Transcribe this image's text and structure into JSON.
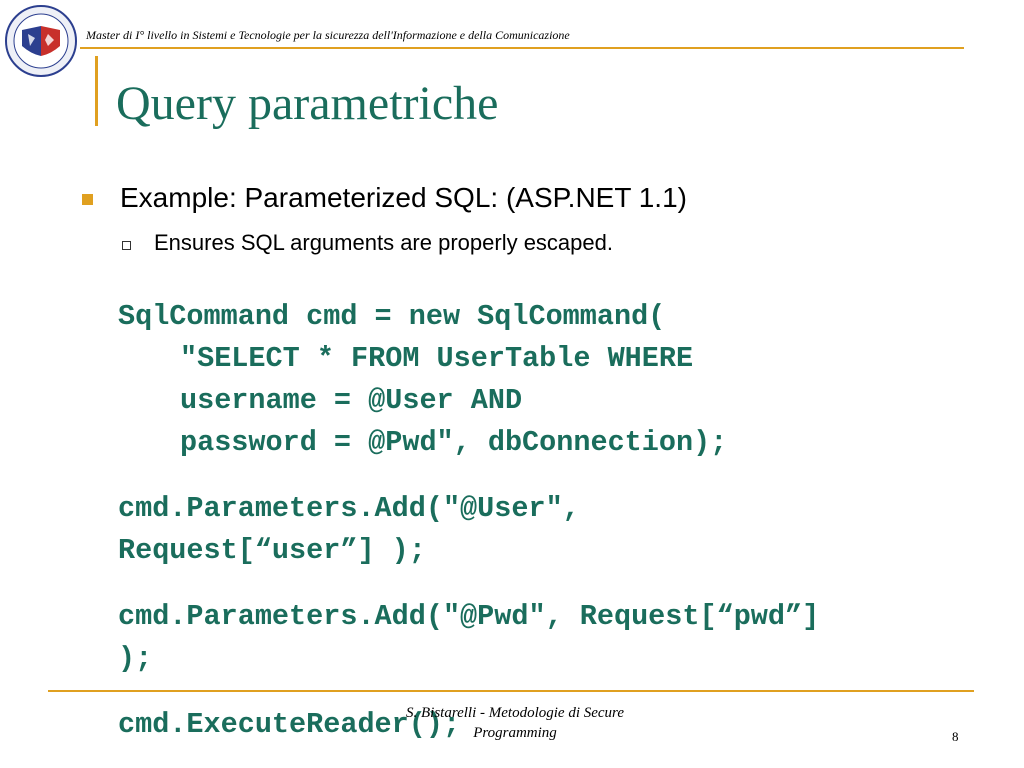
{
  "header": {
    "course": "Master di I° livello in Sistemi e Tecnologie per la sicurezza dell'Informazione e della Comunicazione"
  },
  "logo": {
    "icon": "university-seal-icon",
    "colors": [
      "#2c3f8f",
      "#c8302b"
    ]
  },
  "title": "Query parametriche",
  "bullets": [
    {
      "text": "Example:   Parameterized SQL:    (ASP.NET 1.1)",
      "sub": [
        "Ensures SQL arguments are properly escaped."
      ]
    }
  ],
  "code": {
    "block1": [
      "SqlCommand cmd = new SqlCommand(",
      "\"SELECT * FROM UserTable WHERE",
      "username = @User AND",
      "password = @Pwd\", dbConnection);"
    ],
    "block2": [
      "cmd.Parameters.Add(\"@User\",",
      "Request[“user”] );"
    ],
    "block3": [
      "cmd.Parameters.Add(\"@Pwd\", Request[“pwd”]",
      ");"
    ],
    "block4": [
      "cmd.ExecuteReader();"
    ]
  },
  "footer": {
    "author_line1": "S. Bistarelli - Metodologie di Secure",
    "author_line2": "Programming",
    "page": "8"
  },
  "colors": {
    "accent": "#e0a020",
    "title": "#1a6d5c",
    "code": "#1a6d5c"
  }
}
